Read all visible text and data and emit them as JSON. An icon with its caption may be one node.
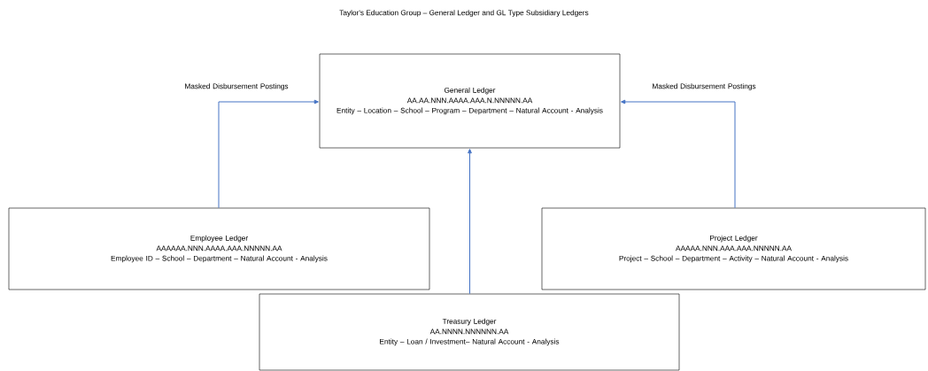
{
  "diagram": {
    "title": "Taylor's Education Group – General Ledger and GL Type Subsidiary Ledgers",
    "nodes": [
      {
        "text": [
          "General Ledger",
          "AA.AA.NNN.AAAA.AAA.N.NNNNN.AA",
          "Entity – Location – School – Program – Department – Natural Account - Analysis"
        ]
      },
      {
        "text": [
          "Employee Ledger",
          "AAAAAA.NNN.AAAA.AAA.NNNNN.AA",
          "Employee ID – School – Department – Natural Account - Analysis"
        ]
      },
      {
        "text": [
          "Project Ledger",
          "AAAAA.NNN.AAA.AAA.NNNNN.AA",
          "Project – School – Department – Activity – Natural Account - Analysis"
        ]
      },
      {
        "text": [
          "Treasury Ledger",
          "AA.NNNN.NNNNNN.AA",
          "Entity – Loan / Investment– Natural Account - Analysis"
        ]
      }
    ],
    "edges": [
      {
        "from": 1,
        "to": 0,
        "arrow": "to",
        "label": "Masked Disbursement Postings"
      },
      {
        "from": 2,
        "to": 0,
        "arrow": "to",
        "label": "Masked Disbursement Postings"
      },
      {
        "from": 3,
        "to": 0,
        "arrow": "to"
      }
    ]
  }
}
